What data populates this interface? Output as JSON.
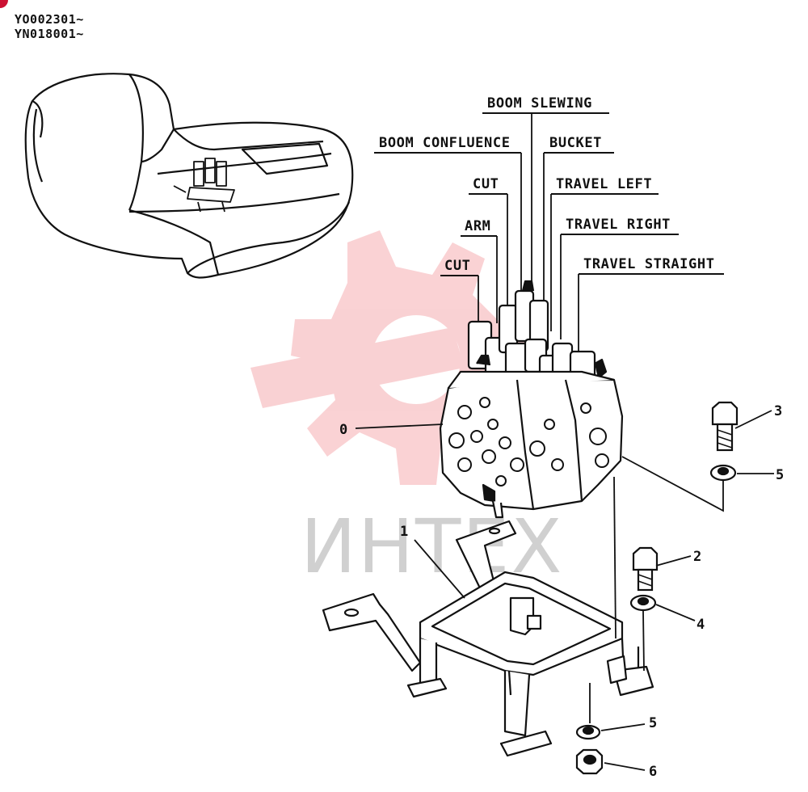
{
  "header": {
    "serial_1": "YO002301~",
    "serial_2": "YN018001~"
  },
  "callouts": {
    "boom_slewing": "BOOM SLEWING",
    "boom_confluence": "BOOM CONFLUENCE",
    "bucket": "BUCKET",
    "cut_upper": "CUT",
    "travel_left": "TRAVEL LEFT",
    "arm": "ARM",
    "travel_right": "TRAVEL RIGHT",
    "cut_lower": "CUT",
    "travel_straight": "TRAVEL STRAIGHT"
  },
  "part_numbers": {
    "valve": "0",
    "bracket": "1",
    "bolt_2": "2",
    "bolt_3": "3",
    "washer_4": "4",
    "washer_5_upper": "5",
    "washer_5_lower": "5",
    "nut_6": "6"
  },
  "watermark": {
    "text": "ИНТЕХ",
    "color": "#e8323c"
  },
  "colors": {
    "line": "#111111",
    "accent": "#cc1133",
    "background": "#ffffff"
  }
}
